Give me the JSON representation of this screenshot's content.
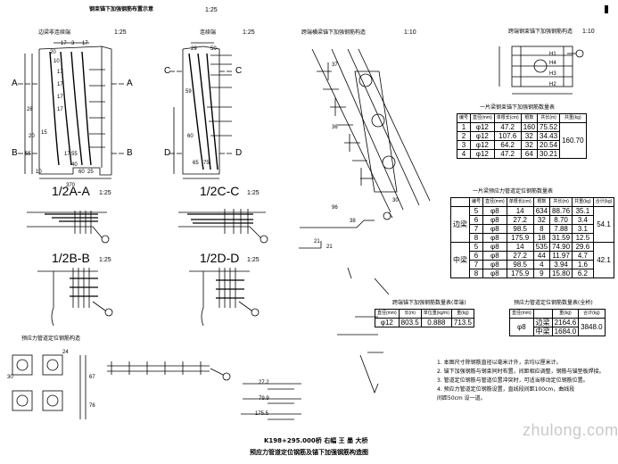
{
  "labels": {
    "main_title": "钢束锚下加强钢筋布置示意",
    "main_scale": "1:25",
    "side_view": "边梁非连续端",
    "side_scale": "1:25",
    "cont_end": "连续端",
    "cont_scale": "1:25",
    "detail_a": "跨端横梁锚下加强钢筋构造",
    "detail_a_scale": "1:10",
    "detail_b": "跨端钢束锚下加强钢筋构造",
    "detail_b_scale": "1:10",
    "sec_aa": "1/2A-A",
    "sec_aa_scale": "1:25",
    "sec_cc": "1/2C-C",
    "sec_cc_scale": "1:25",
    "sec_bb": "1/2B-B",
    "sec_bb_scale": "1:25",
    "sec_dd": "1/2D-D",
    "sec_dd_scale": "1:25",
    "duct_detail": "预应力管道定位钢筋构造",
    "table1_title": "一片梁钢束锚下加强钢筋数量表",
    "table2_title": "一片梁预应力管道定位钢筋数量表",
    "table3_title": "跨端锚下加强钢筋数量表(单端)",
    "table4_title": "预应力管道定位钢筋数量表(全桥)",
    "drawing_no_line": "K198+295.000桥 右幅 王 墨 大桥",
    "drawing_title_line": "预应力管道定位钢筋及锚下加强钢筋构造图",
    "watermark": "zhulong.com",
    "sec_letters": [
      "A",
      "A",
      "B",
      "B",
      "C",
      "C",
      "D",
      "D"
    ]
  },
  "dims": [
    "17",
    "3",
    "17",
    "20",
    "10",
    "17",
    "17",
    "17",
    "17",
    "28",
    "15",
    "20",
    "55",
    "17",
    "55",
    "40",
    "60",
    "10",
    "25",
    "370",
    "29",
    "50",
    "59",
    "60",
    "65",
    "75",
    "37",
    "36",
    "96",
    "21",
    "21",
    "38",
    "30",
    "27.2",
    "79.9",
    "175.5",
    "24",
    "30",
    "67",
    "76",
    "H4",
    "H3",
    "H2",
    "H1"
  ],
  "table1": {
    "headers": [
      "编号",
      "直径(mm)",
      "单根长(cm)",
      "根数",
      "共长(m)",
      "共重(kg)"
    ],
    "rows": [
      [
        "1",
        "φ12",
        "47.2",
        "160",
        "75.52",
        ""
      ],
      [
        "2",
        "φ12",
        "107.6",
        "32",
        "34.43",
        ""
      ],
      [
        "3",
        "φ12",
        "64.2",
        "32",
        "20.54",
        ""
      ],
      [
        "4",
        "φ12",
        "47.2",
        "64",
        "30.21",
        ""
      ]
    ],
    "total": "160.70"
  },
  "table2": {
    "headers": [
      "",
      "编号",
      "直径(mm)",
      "单根长(cm)",
      "根数",
      "共长(m)",
      "共重(kg)",
      "合计(kg)"
    ],
    "groups": [
      {
        "name": "边梁",
        "rows": [
          [
            "5",
            "φ8",
            "14",
            "634",
            "88.76",
            "35.1"
          ],
          [
            "6",
            "φ8",
            "27.2",
            "32",
            "8.70",
            "3.4"
          ],
          [
            "7",
            "φ8",
            "98.5",
            "8",
            "7.88",
            "3.1"
          ],
          [
            "8",
            "φ8",
            "175.9",
            "18",
            "31.59",
            "12.5"
          ]
        ],
        "total": "54.1"
      },
      {
        "name": "中梁",
        "rows": [
          [
            "5",
            "φ8",
            "14",
            "535",
            "74.90",
            "29.6"
          ],
          [
            "6",
            "φ8",
            "27.2",
            "44",
            "11.97",
            "4.7"
          ],
          [
            "7",
            "φ8",
            "98.5",
            "4",
            "3.94",
            "1.6"
          ],
          [
            "8",
            "φ8",
            "175.9",
            "9",
            "15.80",
            "6.2"
          ]
        ],
        "total": "42.1"
      }
    ]
  },
  "table3": {
    "headers": [
      "直径(mm)",
      "长(m)",
      "单位重(kg/m)",
      "重(kg)"
    ],
    "row": [
      "φ12",
      "803.5",
      "0.888",
      "713.5"
    ]
  },
  "table4": {
    "headers": [
      "直径(mm)",
      "",
      "重(kg)",
      "合计(kg)"
    ],
    "diameter": "φ8",
    "rows": [
      [
        "边梁",
        "2164.6"
      ],
      [
        "中梁",
        "1684.0"
      ]
    ],
    "total": "3848.0"
  },
  "notes": [
    "1. 本图尺寸除钢筋直径以毫米计外，余均以厘米计。",
    "2. 锚下加强钢筋与钢束同时布置，间距相应调整，钢筋与锚垫板焊接。",
    "3. 管道定位钢筋与管道位置冲突时，可适当移动定位钢筋位置。",
    "4. 预应力管道定位钢筋设置，直线段间距100cm，曲线段",
    "   间距50cm 设一道。"
  ]
}
